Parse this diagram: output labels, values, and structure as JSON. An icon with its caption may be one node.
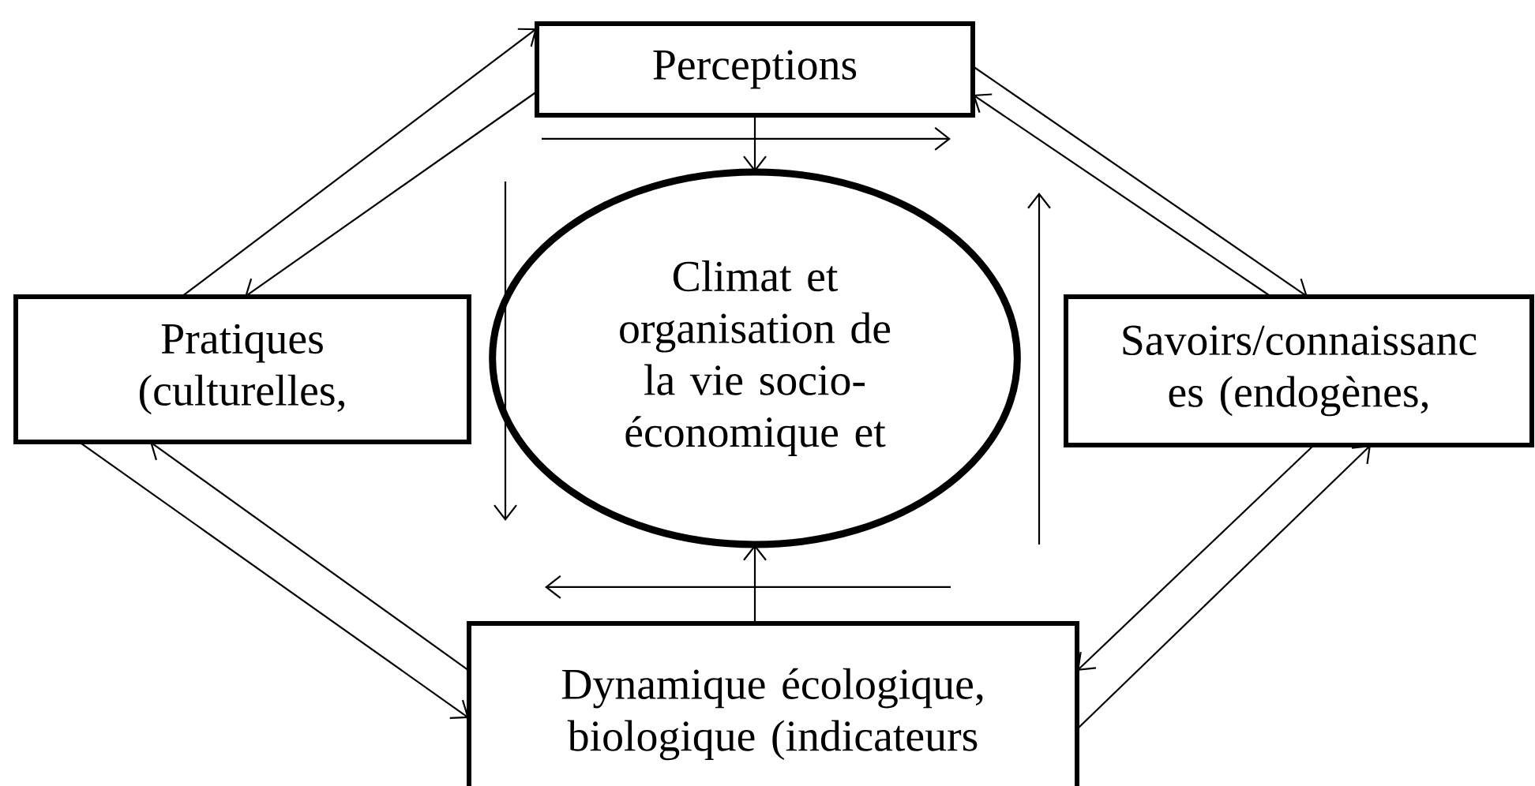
{
  "diagram": {
    "nodes": [
      {
        "text": [
          "Perceptions"
        ]
      },
      {
        "text": [
          "Pratiques (culturelles,"
        ]
      },
      {
        "text": [
          "Climat et organisation de la vie socio-économique et"
        ]
      },
      {
        "text": [
          "Savoirs/connaissanc es (endogènes,"
        ]
      },
      {
        "text": [
          "Dynamique écologique, biologique (indicateurs"
        ]
      }
    ],
    "edges": [
      {
        "from": 1,
        "to": 0,
        "arrow": "to"
      },
      {
        "from": 0,
        "to": 1,
        "arrow": "to"
      },
      {
        "from": 0,
        "to": 3,
        "arrow": "to"
      },
      {
        "from": 3,
        "to": 0,
        "arrow": "to"
      },
      {
        "from": 1,
        "to": 4,
        "arrow": "to"
      },
      {
        "from": 4,
        "to": 1,
        "arrow": "to"
      },
      {
        "from": 3,
        "to": 4,
        "arrow": "to"
      },
      {
        "from": 4,
        "to": 3,
        "arrow": "to"
      },
      {
        "from": 0,
        "to": 2,
        "arrow": "to"
      },
      {
        "from": 4,
        "to": 2,
        "arrow": "to"
      }
    ]
  }
}
